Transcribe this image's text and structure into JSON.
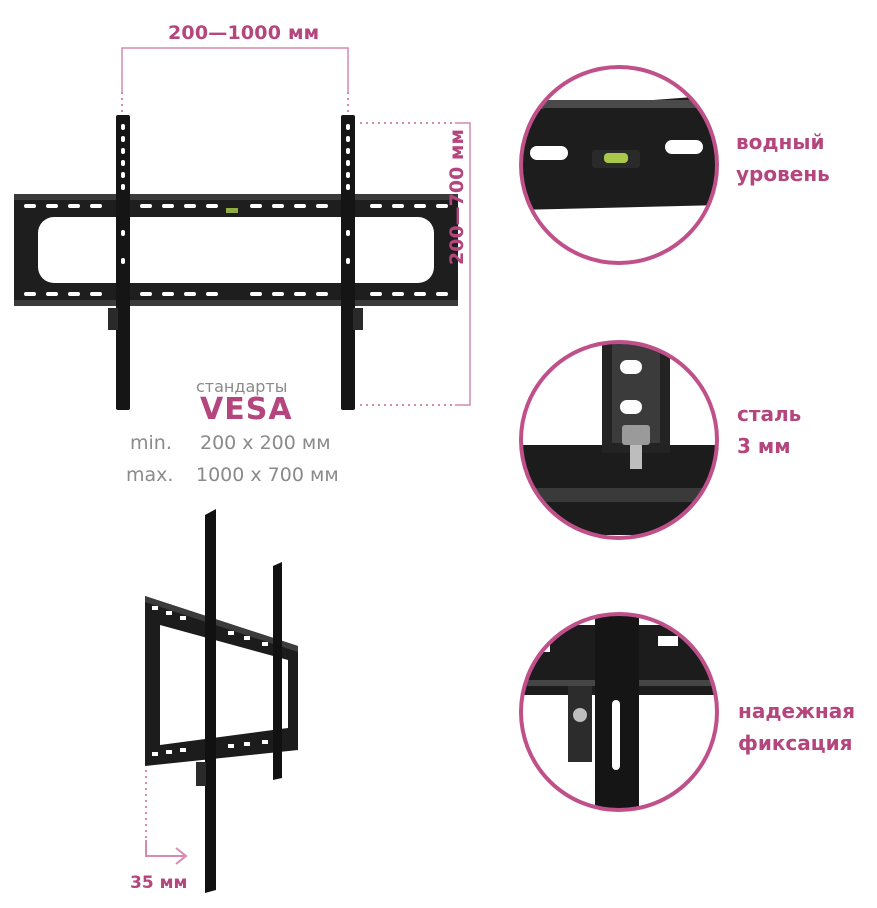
{
  "dimensions": {
    "horizontal": "200—1000 мм",
    "vertical": "200—700 мм"
  },
  "vesa": {
    "standards_label": "стандарты",
    "title": "VESA",
    "min_key": "min.",
    "min_value": "200 х 200 мм",
    "max_key": "max.",
    "max_value": "1000 х 700 мм"
  },
  "features": {
    "level_line1": "водный",
    "level_line2": "уровень",
    "steel_line1": "сталь",
    "steel_line2": "3 мм",
    "fix_line1": "надежная",
    "fix_line2": "фиксация"
  },
  "depth": {
    "label": "35 мм"
  },
  "colors": {
    "accent": "#b4457d",
    "circle_border": "#c0508a",
    "metal": "#1c1c1c",
    "text_gray": "#8a8a8a"
  }
}
